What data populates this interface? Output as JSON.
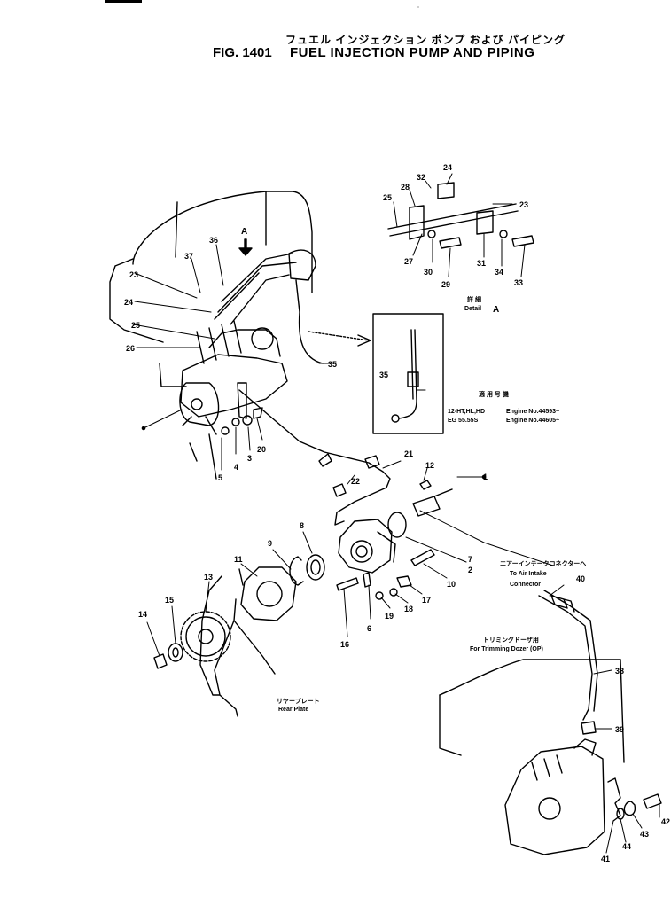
{
  "header": {
    "title_jp": "フュエル インジェクション ポンプ および パイピング",
    "fig_number": "FIG. 1401",
    "fig_title": "FUEL  INJECTION  PUMP  AND  PIPING"
  },
  "notes": {
    "detail_jp": "詳 細",
    "detail_en": "Detail",
    "detail_ref": "A",
    "arrow_ref": "A",
    "applic_jp": "適 用 号 機",
    "applic_row1_model": "12-HT,HL,HD",
    "applic_row1_engine": "Engine No.44593~",
    "applic_row2_model": "EG 55.55S",
    "applic_row2_engine": "Engine No.44605~",
    "air_intake_jp": "エアーインテークコネクターへ",
    "air_intake_en1": "To Air Intake",
    "air_intake_en2": "Connector",
    "dozer_jp": "トリミングドーザ用",
    "dozer_en": "For Trimming Dozer (OP)",
    "rear_plate_jp": "リヤープレート",
    "rear_plate_en": "Rear Plate"
  },
  "callouts": [
    {
      "id": "c24a",
      "label": "24"
    },
    {
      "id": "c32",
      "label": "32"
    },
    {
      "id": "c28",
      "label": "28"
    },
    {
      "id": "c25a",
      "label": "25"
    },
    {
      "id": "c23a",
      "label": "23"
    },
    {
      "id": "c27",
      "label": "27"
    },
    {
      "id": "c30",
      "label": "30"
    },
    {
      "id": "c29",
      "label": "29"
    },
    {
      "id": "c31",
      "label": "31"
    },
    {
      "id": "c34",
      "label": "34"
    },
    {
      "id": "c33",
      "label": "33"
    },
    {
      "id": "c37",
      "label": "37"
    },
    {
      "id": "c36",
      "label": "36"
    },
    {
      "id": "c23b",
      "label": "23"
    },
    {
      "id": "c24b",
      "label": "24"
    },
    {
      "id": "c25b",
      "label": "25"
    },
    {
      "id": "c26",
      "label": "26"
    },
    {
      "id": "c35a",
      "label": "35"
    },
    {
      "id": "c35b",
      "label": "35"
    },
    {
      "id": "c5",
      "label": "5"
    },
    {
      "id": "c4",
      "label": "4"
    },
    {
      "id": "c3",
      "label": "3"
    },
    {
      "id": "c20",
      "label": "20"
    },
    {
      "id": "c21",
      "label": "21"
    },
    {
      "id": "c22",
      "label": "22"
    },
    {
      "id": "c12",
      "label": "12"
    },
    {
      "id": "c7",
      "label": "7"
    },
    {
      "id": "c2",
      "label": "2"
    },
    {
      "id": "c10",
      "label": "10"
    },
    {
      "id": "c17",
      "label": "17"
    },
    {
      "id": "c18",
      "label": "18"
    },
    {
      "id": "c19",
      "label": "19"
    },
    {
      "id": "c6",
      "label": "6"
    },
    {
      "id": "c16",
      "label": "16"
    },
    {
      "id": "c8",
      "label": "8"
    },
    {
      "id": "c9",
      "label": "9"
    },
    {
      "id": "c11",
      "label": "11"
    },
    {
      "id": "c13",
      "label": "13"
    },
    {
      "id": "c15",
      "label": "15"
    },
    {
      "id": "c14",
      "label": "14"
    },
    {
      "id": "c1",
      "label": "1"
    },
    {
      "id": "c40",
      "label": "40"
    },
    {
      "id": "c38",
      "label": "38"
    },
    {
      "id": "c39",
      "label": "39"
    },
    {
      "id": "c42",
      "label": "42"
    },
    {
      "id": "c43",
      "label": "43"
    },
    {
      "id": "c44",
      "label": "44"
    },
    {
      "id": "c41",
      "label": "41"
    }
  ]
}
